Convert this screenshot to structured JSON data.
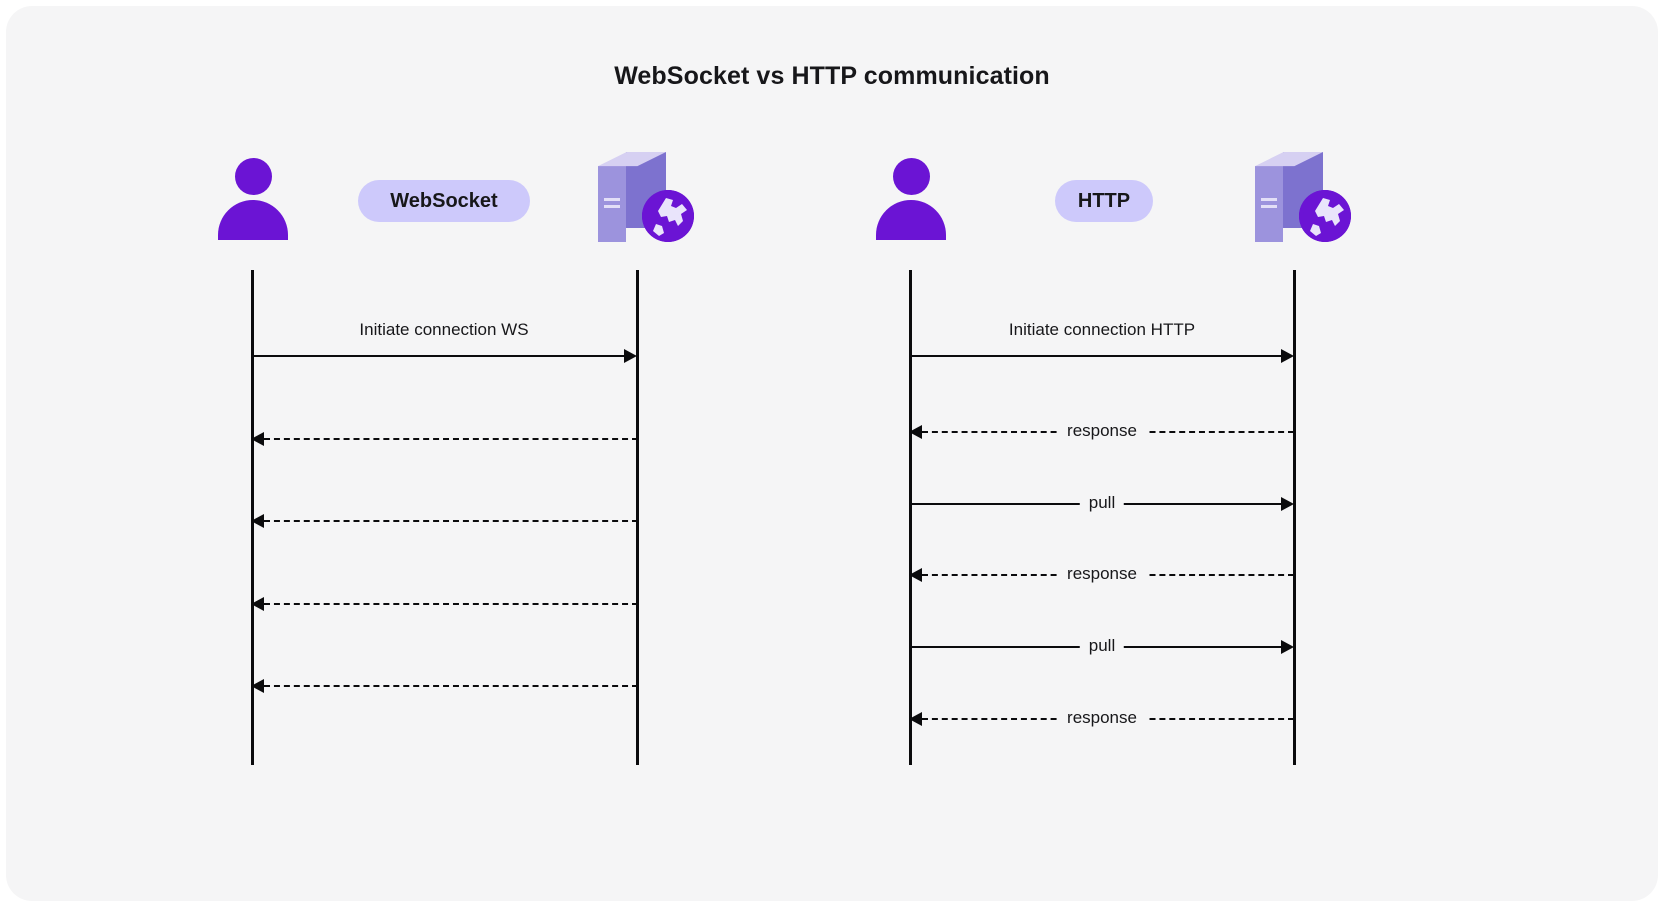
{
  "diagram": {
    "title": "WebSocket vs HTTP communication",
    "background_color": "#f5f5f6",
    "accent_purple": "#6b14d4",
    "badge_background": "#cdc9fb",
    "line_color": "#0b0b0d"
  },
  "panels": [
    {
      "id": "websocket",
      "badge_label": "WebSocket",
      "client_icon": "user-icon",
      "server_icon": "server-globe-icon",
      "messages": [
        {
          "label": "Initiate connection WS",
          "direction": "right",
          "style": "solid"
        },
        {
          "label": "",
          "direction": "left",
          "style": "dashed"
        },
        {
          "label": "",
          "direction": "left",
          "style": "dashed"
        },
        {
          "label": "",
          "direction": "left",
          "style": "dashed"
        },
        {
          "label": "",
          "direction": "left",
          "style": "dashed"
        }
      ]
    },
    {
      "id": "http",
      "badge_label": "HTTP",
      "client_icon": "user-icon",
      "server_icon": "server-globe-icon",
      "messages": [
        {
          "label": "Initiate connection HTTP",
          "direction": "right",
          "style": "solid"
        },
        {
          "label": "response",
          "direction": "left",
          "style": "dashed"
        },
        {
          "label": "pull",
          "direction": "right",
          "style": "solid"
        },
        {
          "label": "response",
          "direction": "left",
          "style": "dashed"
        },
        {
          "label": "pull",
          "direction": "right",
          "style": "solid"
        },
        {
          "label": "response",
          "direction": "left",
          "style": "dashed"
        }
      ]
    }
  ]
}
